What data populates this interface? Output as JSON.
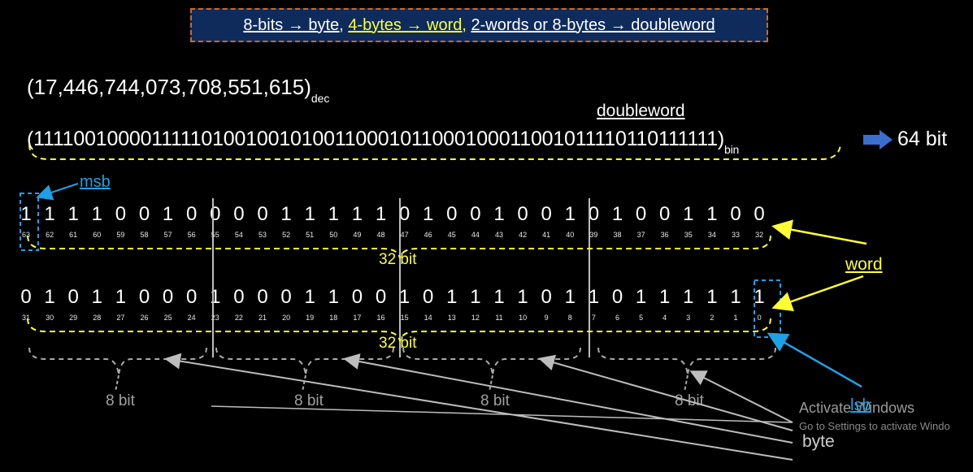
{
  "header": {
    "part1": "8-bits → byte,",
    "part2": "4-bytes → word,",
    "part3": "2-words or 8-bytes → doubleword"
  },
  "decimal": {
    "value": "(17,446,744,073,708,551,615)",
    "suffix": "dec"
  },
  "binary": {
    "value": "(1111001000011111010010010100110001011000100011001011110110111111)",
    "suffix": "bin",
    "label": "doubleword",
    "size_label": "64 bit"
  },
  "labels": {
    "msb": "msb",
    "lsb": "lsb",
    "word": "word",
    "byte": "byte",
    "bit32_top": "32 bit",
    "bit32_bottom": "32 bit",
    "bit8": "8 bit"
  },
  "rows": [
    {
      "bits": [
        "1",
        "1",
        "1",
        "1",
        "0",
        "0",
        "1",
        "0",
        "0",
        "0",
        "0",
        "1",
        "1",
        "1",
        "1",
        "1",
        "0",
        "1",
        "0",
        "0",
        "1",
        "0",
        "0",
        "1",
        "0",
        "1",
        "0",
        "0",
        "1",
        "1",
        "0",
        "0"
      ],
      "indices": [
        "63",
        "62",
        "61",
        "60",
        "59",
        "58",
        "57",
        "56",
        "55",
        "54",
        "53",
        "52",
        "51",
        "50",
        "49",
        "48",
        "47",
        "46",
        "45",
        "44",
        "43",
        "42",
        "41",
        "40",
        "39",
        "38",
        "37",
        "36",
        "35",
        "34",
        "33",
        "32"
      ]
    },
    {
      "bits": [
        "0",
        "1",
        "0",
        "1",
        "1",
        "0",
        "0",
        "0",
        "1",
        "0",
        "0",
        "0",
        "1",
        "1",
        "0",
        "0",
        "1",
        "0",
        "1",
        "1",
        "1",
        "1",
        "0",
        "1",
        "1",
        "0",
        "1",
        "1",
        "1",
        "1",
        "1",
        "1"
      ],
      "indices": [
        "31",
        "30",
        "29",
        "28",
        "27",
        "26",
        "25",
        "24",
        "23",
        "22",
        "21",
        "20",
        "19",
        "18",
        "17",
        "16",
        "15",
        "14",
        "13",
        "12",
        "11",
        "10",
        "9",
        "8",
        "7",
        "6",
        "5",
        "4",
        "3",
        "2",
        "1",
        "0"
      ]
    }
  ],
  "watermark": {
    "line1": "Activate Windows",
    "line2": "Go to Settings to activate Windo"
  },
  "colors": {
    "header_bg": "#0e2b5c",
    "header_border": "#d2691e",
    "yellow": "#ffff33",
    "blue": "#1ea0e6",
    "gray": "#bdbdbd",
    "arrow_blue": "#3a6fd0"
  }
}
